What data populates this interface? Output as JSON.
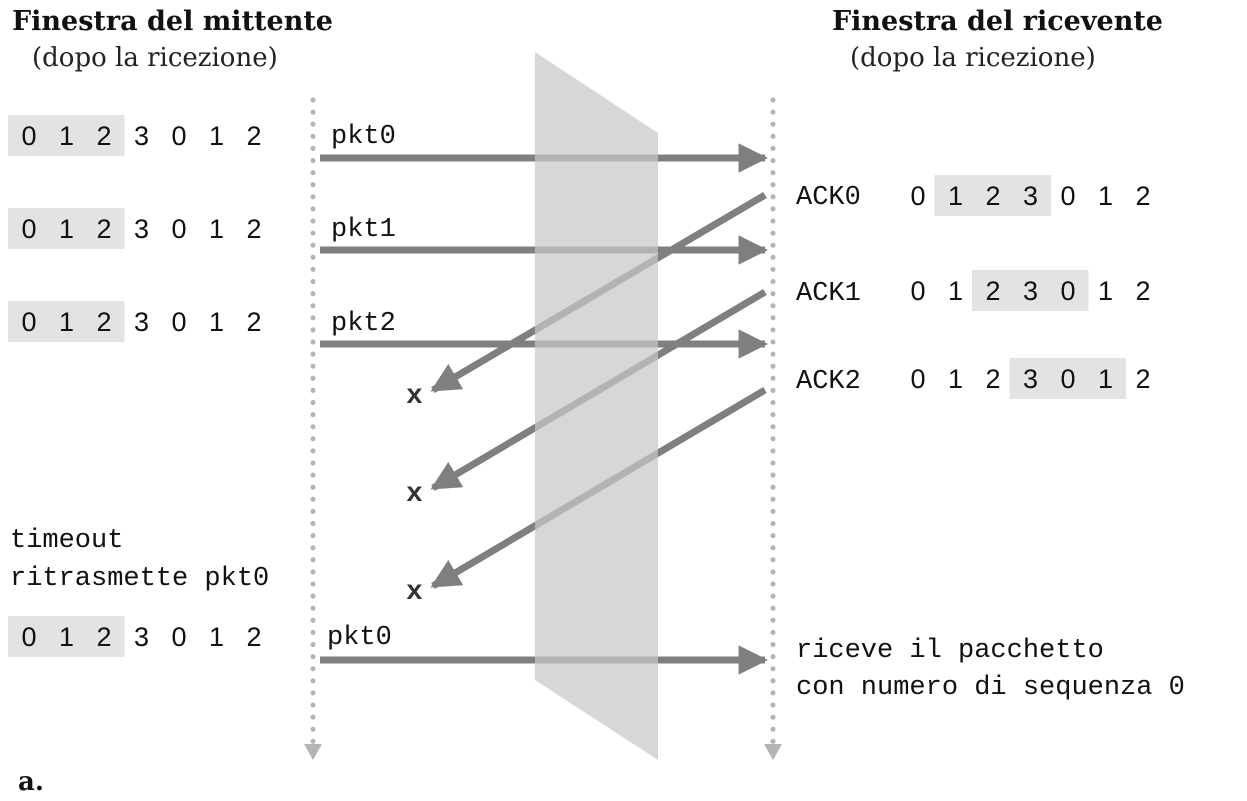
{
  "sender": {
    "title": "Finestra del mittente",
    "subtitle": "(dopo la ricezione)",
    "windows": [
      {
        "seq": [
          "0",
          "1",
          "2",
          "3",
          "0",
          "1",
          "2"
        ],
        "win_start": 0,
        "win_len": 3
      },
      {
        "seq": [
          "0",
          "1",
          "2",
          "3",
          "0",
          "1",
          "2"
        ],
        "win_start": 0,
        "win_len": 3
      },
      {
        "seq": [
          "0",
          "1",
          "2",
          "3",
          "0",
          "1",
          "2"
        ],
        "win_start": 0,
        "win_len": 3
      },
      {
        "seq": [
          "0",
          "1",
          "2",
          "3",
          "0",
          "1",
          "2"
        ],
        "win_start": 0,
        "win_len": 3
      }
    ],
    "timeout_line1": "timeout",
    "timeout_line2": "ritrasmette pkt0"
  },
  "receiver": {
    "title": "Finestra del ricevente",
    "subtitle": "(dopo la ricezione)",
    "acks": [
      {
        "label": "ACK0",
        "seq": [
          "0",
          "1",
          "2",
          "3",
          "0",
          "1",
          "2"
        ],
        "win_start": 1,
        "win_len": 3
      },
      {
        "label": "ACK1",
        "seq": [
          "0",
          "1",
          "2",
          "3",
          "0",
          "1",
          "2"
        ],
        "win_start": 2,
        "win_len": 3
      },
      {
        "label": "ACK2",
        "seq": [
          "0",
          "1",
          "2",
          "3",
          "0",
          "1",
          "2"
        ],
        "win_start": 3,
        "win_len": 3
      }
    ],
    "receive_line1": "riceve il pacchetto",
    "receive_line2": "con numero di sequenza 0"
  },
  "packets": [
    "pkt0",
    "pkt1",
    "pkt2",
    "pkt0"
  ],
  "lost_marker": "x",
  "caption": "a.",
  "colors": {
    "arrow": "#7f7f7f",
    "window_highlight": "#e3e3e3",
    "channel": "#cdcdcf",
    "timeline": "#b4b4b4"
  }
}
